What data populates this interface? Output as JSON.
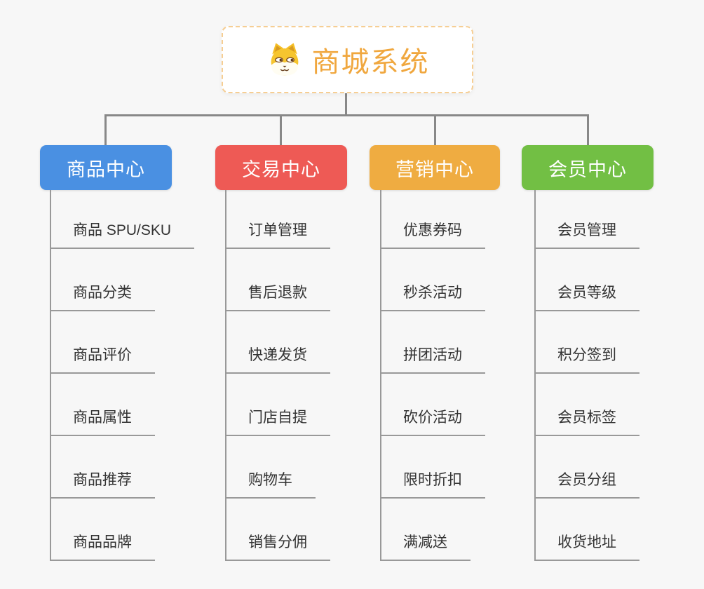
{
  "app": {
    "background_color": "#F7F7F7",
    "text_color": "#333333"
  },
  "connectors": {
    "trunk_color": "#888888",
    "leaf_line_color": "#999999"
  },
  "root": {
    "title": "商城系统",
    "icon": "shiba-dog-icon",
    "accent_color": "#F0A73E",
    "border_color": "#F6CE93"
  },
  "branches": [
    {
      "label": "商品中心",
      "color": "#4A90E2",
      "items": [
        "商品 SPU/SKU",
        "商品分类",
        "商品评价",
        "商品属性",
        "商品推荐",
        "商品品牌"
      ]
    },
    {
      "label": "交易中心",
      "color": "#EE5A55",
      "items": [
        "订单管理",
        "售后退款",
        "快递发货",
        "门店自提",
        "购物车",
        "销售分佣"
      ]
    },
    {
      "label": "营销中心",
      "color": "#EFAC41",
      "items": [
        "优惠券码",
        "秒杀活动",
        "拼团活动",
        "砍价活动",
        "限时折扣",
        "满减送"
      ]
    },
    {
      "label": "会员中心",
      "color": "#72BF44",
      "items": [
        "会员管理",
        "会员等级",
        "积分签到",
        "会员标签",
        "会员分组",
        "收货地址"
      ]
    }
  ]
}
